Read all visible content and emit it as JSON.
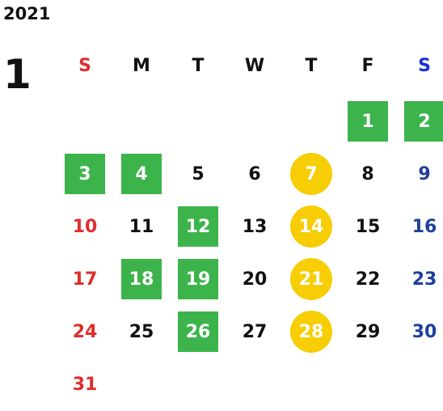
{
  "year": "2021",
  "month": "1",
  "colors": {
    "sunday": "#e12d2d",
    "saturday": "#1f3f99",
    "weekday": "#111111",
    "saturday_header": "#1a2fd6",
    "holiday_bg": "#3cb44b",
    "event_bg": "#f7cd05",
    "highlight_text": "#ffffff"
  },
  "weekdays": [
    "S",
    "M",
    "T",
    "W",
    "T",
    "F",
    "S"
  ],
  "days": [
    {
      "num": "1",
      "col": 5,
      "row": 0,
      "mark": "green"
    },
    {
      "num": "2",
      "col": 6,
      "row": 0,
      "mark": "green"
    },
    {
      "num": "3",
      "col": 0,
      "row": 1,
      "mark": "green"
    },
    {
      "num": "4",
      "col": 1,
      "row": 1,
      "mark": "green"
    },
    {
      "num": "5",
      "col": 2,
      "row": 1,
      "mark": ""
    },
    {
      "num": "6",
      "col": 3,
      "row": 1,
      "mark": ""
    },
    {
      "num": "7",
      "col": 4,
      "row": 1,
      "mark": "yellow"
    },
    {
      "num": "8",
      "col": 5,
      "row": 1,
      "mark": ""
    },
    {
      "num": "9",
      "col": 6,
      "row": 1,
      "mark": ""
    },
    {
      "num": "10",
      "col": 0,
      "row": 2,
      "mark": ""
    },
    {
      "num": "11",
      "col": 1,
      "row": 2,
      "mark": ""
    },
    {
      "num": "12",
      "col": 2,
      "row": 2,
      "mark": "green"
    },
    {
      "num": "13",
      "col": 3,
      "row": 2,
      "mark": ""
    },
    {
      "num": "14",
      "col": 4,
      "row": 2,
      "mark": "yellow"
    },
    {
      "num": "15",
      "col": 5,
      "row": 2,
      "mark": ""
    },
    {
      "num": "16",
      "col": 6,
      "row": 2,
      "mark": ""
    },
    {
      "num": "17",
      "col": 0,
      "row": 3,
      "mark": ""
    },
    {
      "num": "18",
      "col": 1,
      "row": 3,
      "mark": "green"
    },
    {
      "num": "19",
      "col": 2,
      "row": 3,
      "mark": "green"
    },
    {
      "num": "20",
      "col": 3,
      "row": 3,
      "mark": ""
    },
    {
      "num": "21",
      "col": 4,
      "row": 3,
      "mark": "yellow"
    },
    {
      "num": "22",
      "col": 5,
      "row": 3,
      "mark": ""
    },
    {
      "num": "23",
      "col": 6,
      "row": 3,
      "mark": ""
    },
    {
      "num": "24",
      "col": 0,
      "row": 4,
      "mark": ""
    },
    {
      "num": "25",
      "col": 1,
      "row": 4,
      "mark": ""
    },
    {
      "num": "26",
      "col": 2,
      "row": 4,
      "mark": "green"
    },
    {
      "num": "27",
      "col": 3,
      "row": 4,
      "mark": ""
    },
    {
      "num": "28",
      "col": 4,
      "row": 4,
      "mark": "yellow"
    },
    {
      "num": "29",
      "col": 5,
      "row": 4,
      "mark": ""
    },
    {
      "num": "30",
      "col": 6,
      "row": 4,
      "mark": ""
    },
    {
      "num": "31",
      "col": 0,
      "row": 5,
      "mark": ""
    }
  ]
}
